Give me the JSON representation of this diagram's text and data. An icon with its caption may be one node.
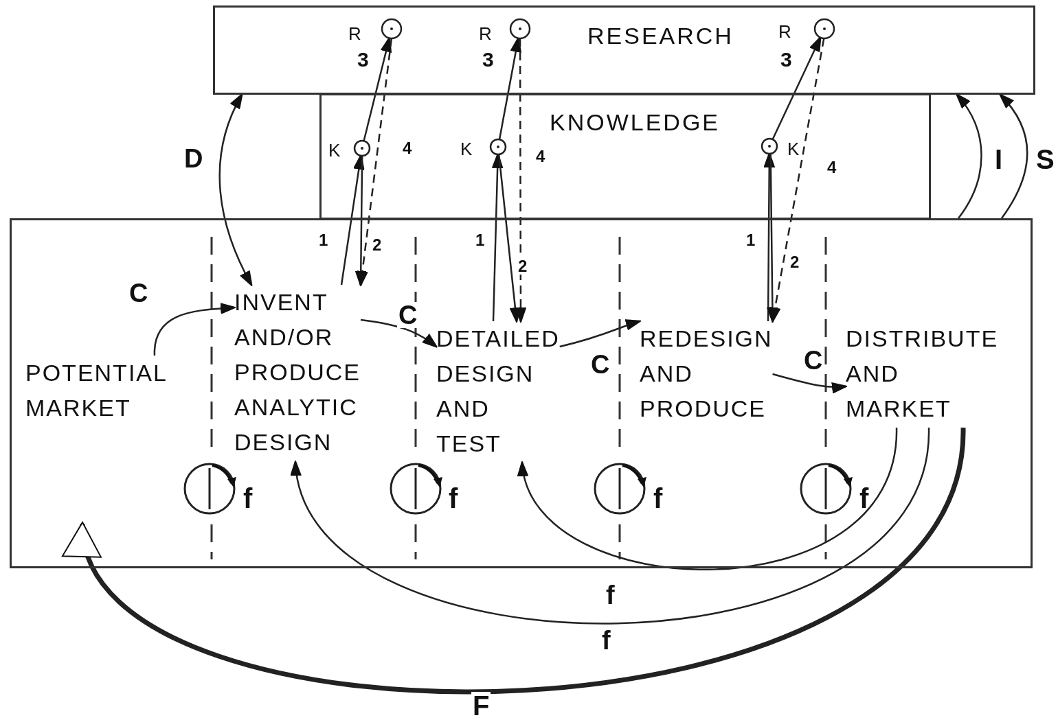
{
  "diagram": {
    "nodes": [
      {
        "text": [
          "RESEARCH"
        ]
      },
      {
        "text": [
          "KNOWLEDGE"
        ]
      },
      {
        "text": [],
        "shape": "box"
      },
      {
        "text": [
          "POTENTIAL MARKET"
        ],
        "in": 2
      },
      {
        "text": [
          "INVENT AND/OR PRODUCE ANALYTIC DESIGN"
        ],
        "in": 2
      },
      {
        "text": [
          "DETAILED DESIGN AND TEST"
        ],
        "in": 2
      },
      {
        "text": [
          "REDESIGN AND PRODUCE"
        ],
        "in": 2
      },
      {
        "text": [
          "DISTRIBUTE AND MARKET"
        ],
        "in": 2
      },
      {
        "text": [],
        "shape": "circle",
        "beside": [
          "R"
        ],
        "in": 0
      },
      {
        "text": [],
        "shape": "circle",
        "beside": [
          "R"
        ],
        "in": 0
      },
      {
        "text": [],
        "shape": "circle",
        "beside": [
          "R"
        ],
        "in": 0
      },
      {
        "text": [],
        "shape": "circle",
        "beside": [
          "K"
        ],
        "in": 1
      },
      {
        "text": [],
        "shape": "circle",
        "beside": [
          "K"
        ],
        "in": 1
      },
      {
        "text": [],
        "shape": "circle",
        "beside": [
          "K"
        ],
        "in": 1
      },
      {
        "text": [],
        "shape": "circle",
        "beside": [
          "f"
        ],
        "in": 2
      },
      {
        "text": [],
        "shape": "circle",
        "beside": [
          "f"
        ],
        "in": 2
      },
      {
        "text": [],
        "shape": "circle",
        "beside": [
          "f"
        ],
        "in": 2
      },
      {
        "text": [],
        "shape": "circle",
        "beside": [
          "f"
        ],
        "in": 2
      }
    ],
    "edges": [
      {
        "from": 0,
        "to": 4,
        "arrow": "both",
        "label": "D"
      },
      {
        "from": 3,
        "to": 4,
        "arrow": "to",
        "label": "C"
      },
      {
        "from": 4,
        "to": 5,
        "arrow": "to",
        "label": "C"
      },
      {
        "from": 5,
        "to": 6,
        "arrow": "to",
        "label": "C"
      },
      {
        "from": 6,
        "to": 7,
        "arrow": "to",
        "label": "C"
      },
      {
        "from": 4,
        "to": 11,
        "arrow": "to",
        "label": "1"
      },
      {
        "from": 11,
        "to": 4,
        "arrow": "to",
        "label": "2"
      },
      {
        "from": 11,
        "to": 8,
        "arrow": "to",
        "label": "3"
      },
      {
        "from": 8,
        "to": 4,
        "arrow": "to",
        "label": "4",
        "style": "dashed"
      },
      {
        "from": 5,
        "to": 12,
        "arrow": "to",
        "label": "1"
      },
      {
        "from": 12,
        "to": 5,
        "arrow": "to",
        "label": "2"
      },
      {
        "from": 12,
        "to": 9,
        "arrow": "to",
        "label": "3"
      },
      {
        "from": 9,
        "to": 5,
        "arrow": "to",
        "label": "4",
        "style": "dashed"
      },
      {
        "from": 6,
        "to": 13,
        "arrow": "to",
        "label": "1"
      },
      {
        "from": 13,
        "to": 6,
        "arrow": "to",
        "label": "2"
      },
      {
        "from": 13,
        "to": 10,
        "arrow": "to",
        "label": "3"
      },
      {
        "from": 10,
        "to": 6,
        "arrow": "to",
        "label": "4",
        "style": "dashed"
      },
      {
        "from": 2,
        "to": 0,
        "arrow": "to",
        "label": "I"
      },
      {
        "from": 2,
        "to": 0,
        "arrow": "to",
        "label": "S"
      },
      {
        "from": 7,
        "to": 5,
        "arrow": "to",
        "label": "f"
      },
      {
        "from": 7,
        "to": 4,
        "arrow": "to",
        "label": "f"
      },
      {
        "from": 7,
        "to": 3,
        "arrow": "to",
        "label": "F",
        "style": "thick"
      }
    ]
  }
}
